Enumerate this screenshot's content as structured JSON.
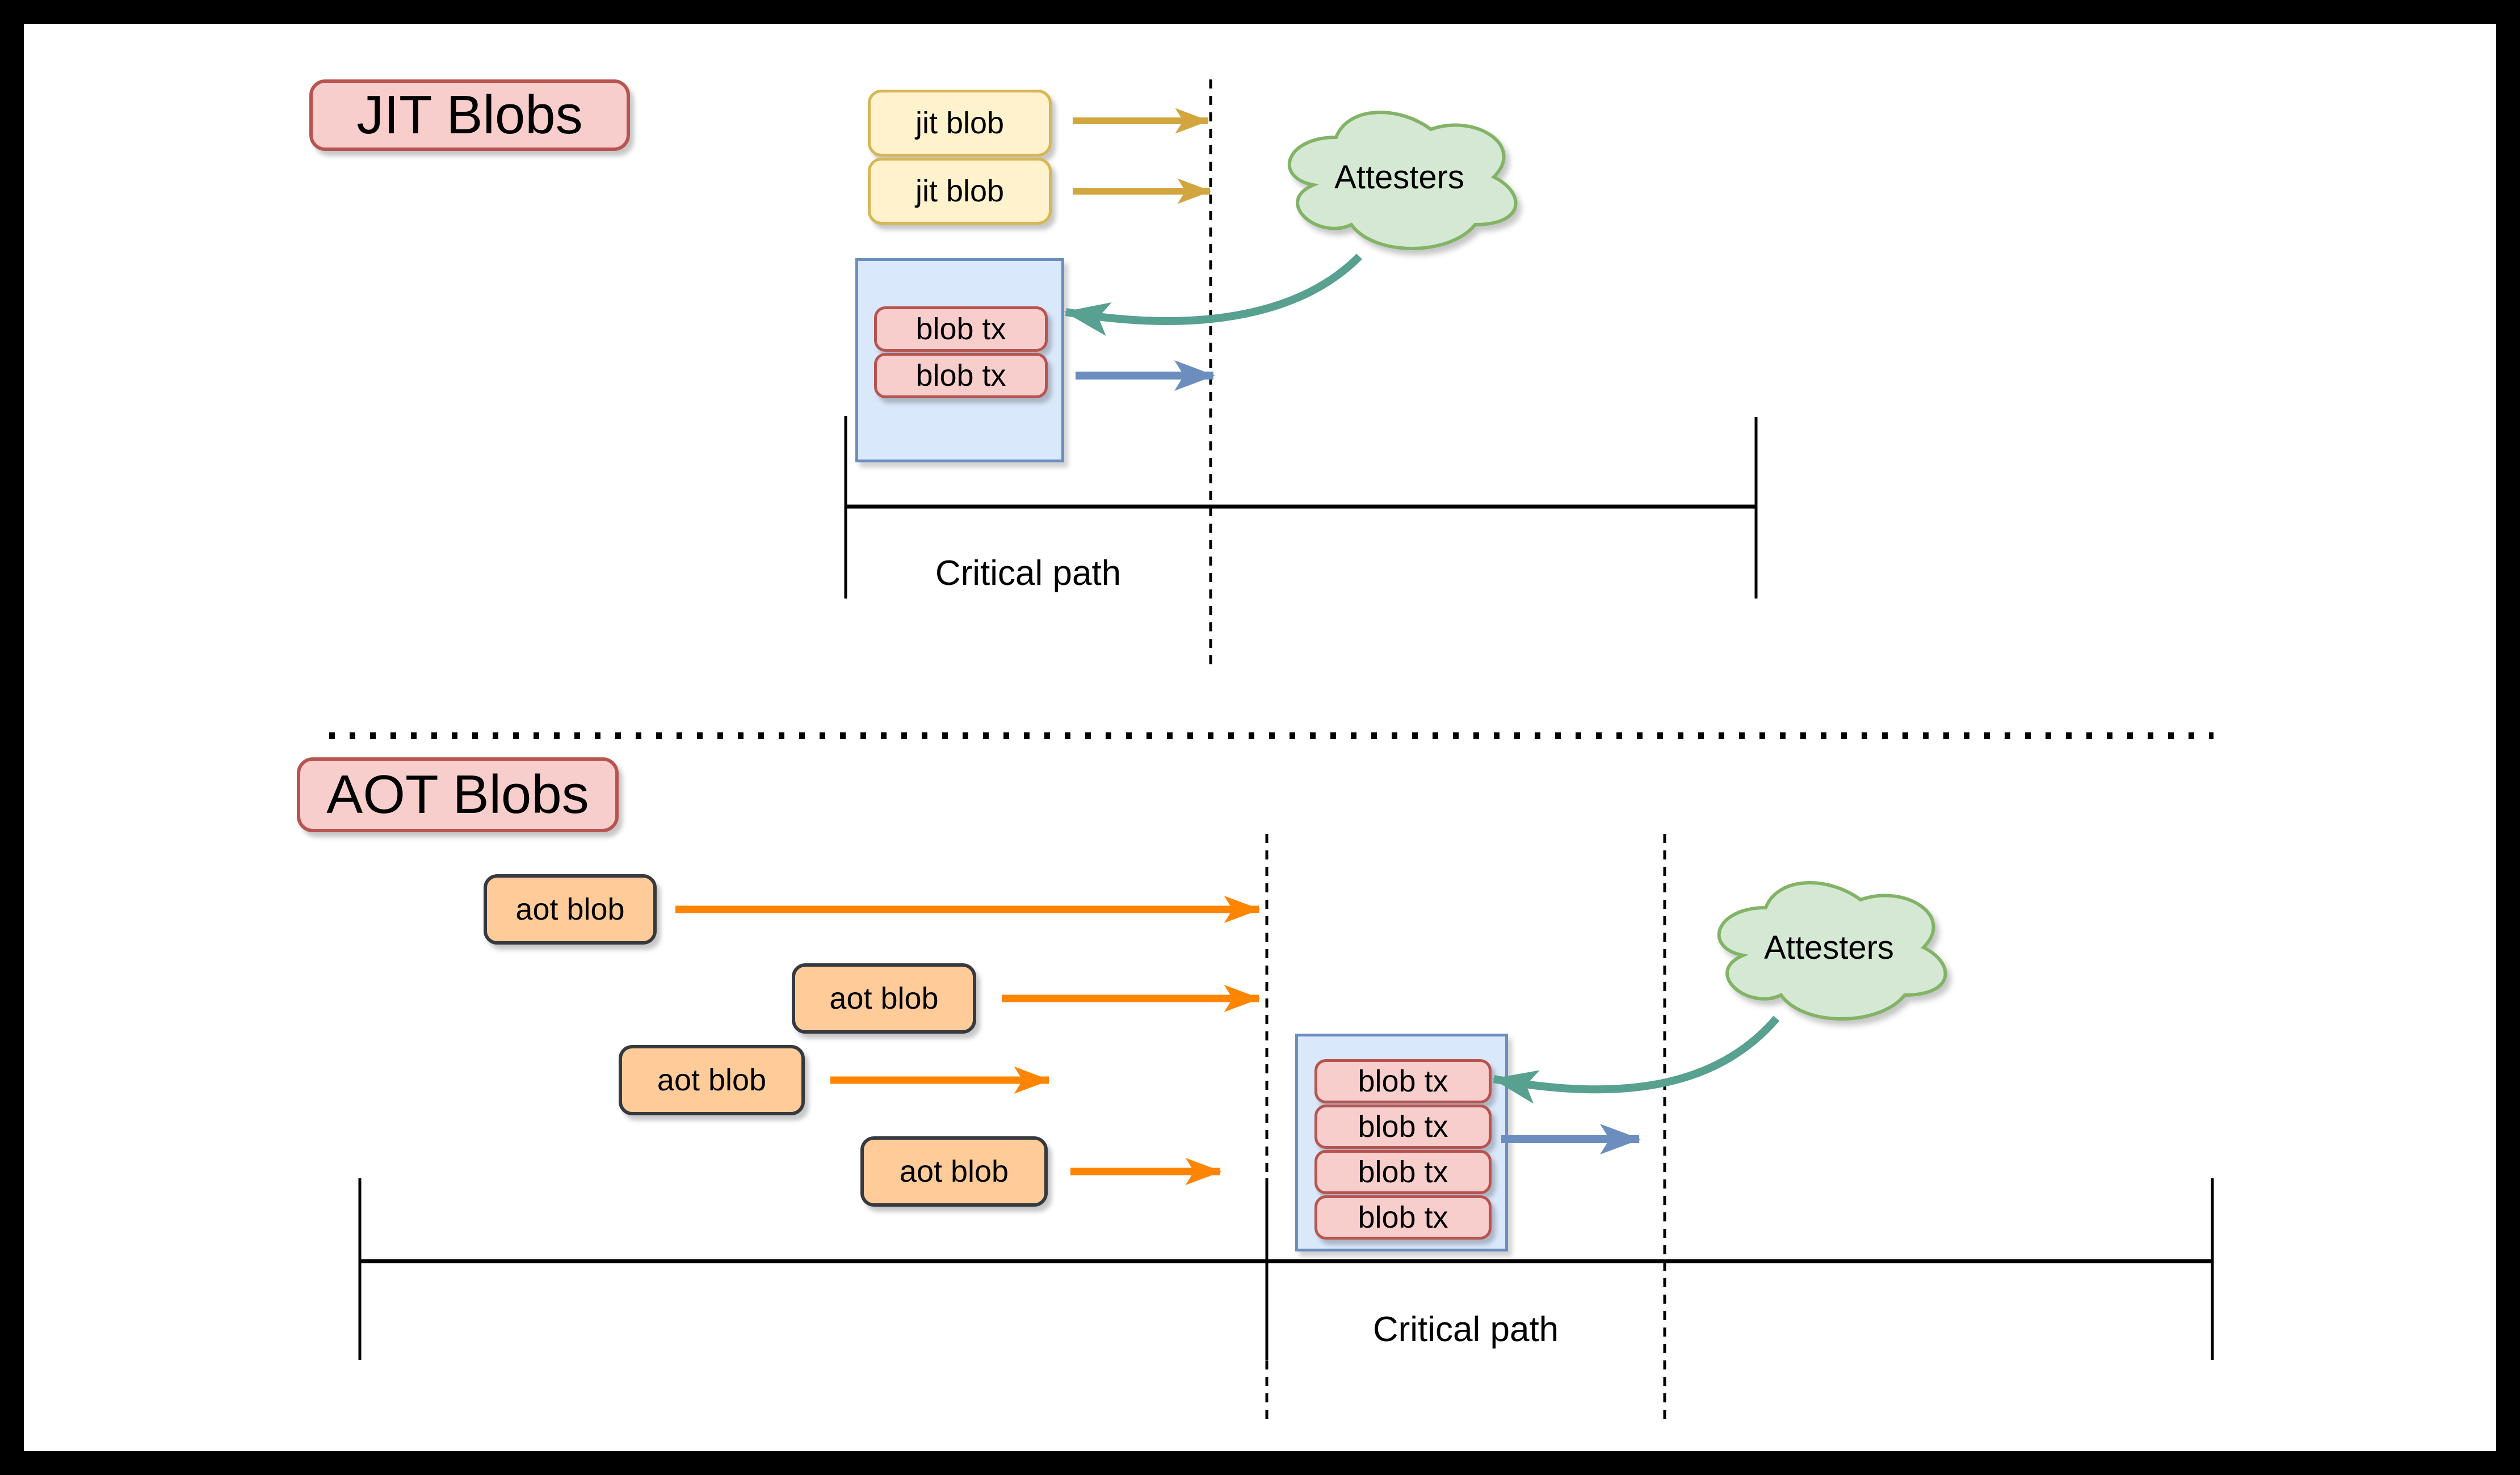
{
  "diagram": {
    "jit": {
      "title": "JIT Blobs",
      "blobs": [
        "jit blob",
        "jit blob"
      ],
      "txs": [
        "blob tx",
        "blob tx"
      ],
      "cloud_label": "Attesters",
      "critical_path_label": "Critical path"
    },
    "aot": {
      "title": "AOT Blobs",
      "blobs": [
        "aot blob",
        "aot blob",
        "aot blob",
        "aot blob"
      ],
      "txs": [
        "blob tx",
        "blob tx",
        "blob tx",
        "blob tx"
      ],
      "cloud_label": "Attesters",
      "critical_path_label": "Critical path"
    },
    "colors": {
      "pink_fill": "#f8cecc",
      "pink_stroke": "#b85450",
      "yellow_fill": "#fff2cc",
      "yellow_stroke": "#d6b656",
      "gold_arrow": "#d2a53f",
      "green_cloud_fill": "#d5e8d4",
      "green_cloud_stroke": "#82b366",
      "teal_arrow": "#58a08f",
      "blue_fill": "#dae8fc",
      "blue_stroke": "#6c8ebf",
      "blue_arrow": "#6c8ebf",
      "orange_fill": "#ffcc99",
      "orange_stroke": "#36393d",
      "orange_arrow": "#ff8500",
      "line_color": "#000000",
      "background": "#ffffff",
      "frame": "#000000"
    }
  }
}
